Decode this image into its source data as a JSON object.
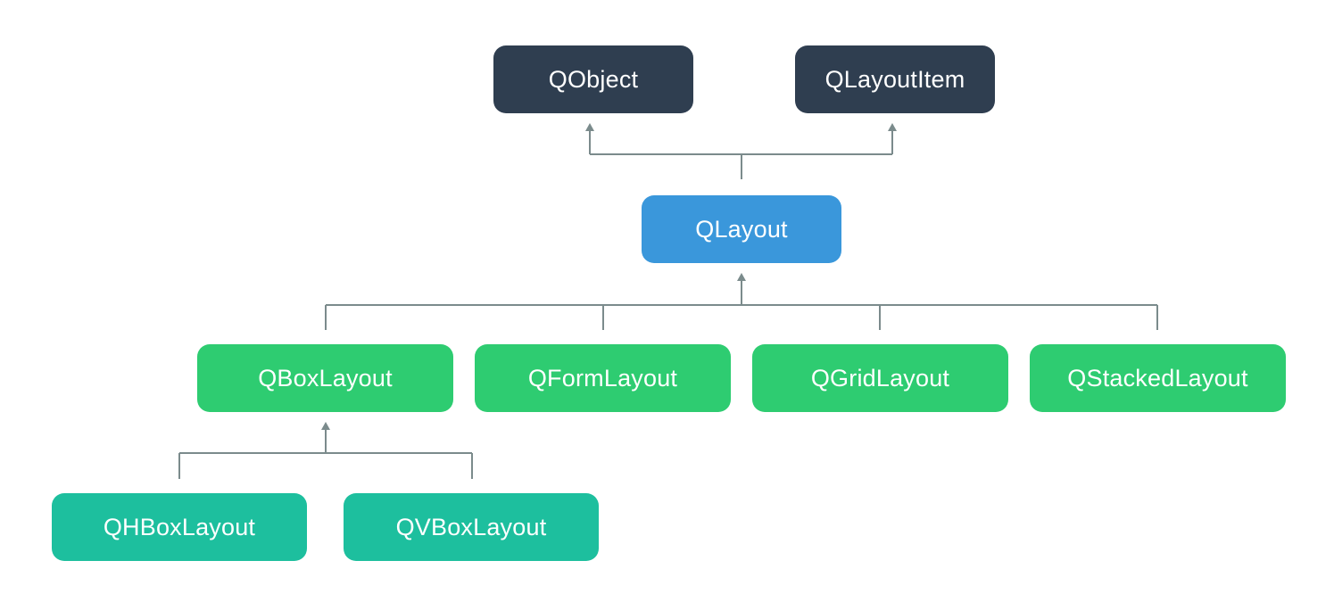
{
  "colors": {
    "base": "#2f3e50",
    "core": "#3a97db",
    "layouts": "#2ecc71",
    "box_layouts": "#1dbf9e",
    "connector": "#7b8b8c"
  },
  "nodes": {
    "qobject": {
      "label": "QObject",
      "color": "#2f3e50"
    },
    "qlayoutitem": {
      "label": "QLayoutItem",
      "color": "#2f3e50"
    },
    "qlayout": {
      "label": "QLayout",
      "color": "#3a97db"
    },
    "qboxlayout": {
      "label": "QBoxLayout",
      "color": "#2ecc71"
    },
    "qformlayout": {
      "label": "QFormLayout",
      "color": "#2ecc71"
    },
    "qgridlayout": {
      "label": "QGridLayout",
      "color": "#2ecc71"
    },
    "qstackedlayout": {
      "label": "QStackedLayout",
      "color": "#2ecc71"
    },
    "qhboxlayout": {
      "label": "QHBoxLayout",
      "color": "#1dbf9e"
    },
    "qvboxlayout": {
      "label": "QVBoxLayout",
      "color": "#1dbf9e"
    }
  },
  "edges": [
    {
      "from": "qlayout",
      "to": "qobject"
    },
    {
      "from": "qlayout",
      "to": "qlayoutitem"
    },
    {
      "from": "qboxlayout",
      "to": "qlayout"
    },
    {
      "from": "qformlayout",
      "to": "qlayout"
    },
    {
      "from": "qgridlayout",
      "to": "qlayout"
    },
    {
      "from": "qstackedlayout",
      "to": "qlayout"
    },
    {
      "from": "qhboxlayout",
      "to": "qboxlayout"
    },
    {
      "from": "qvboxlayout",
      "to": "qboxlayout"
    }
  ]
}
